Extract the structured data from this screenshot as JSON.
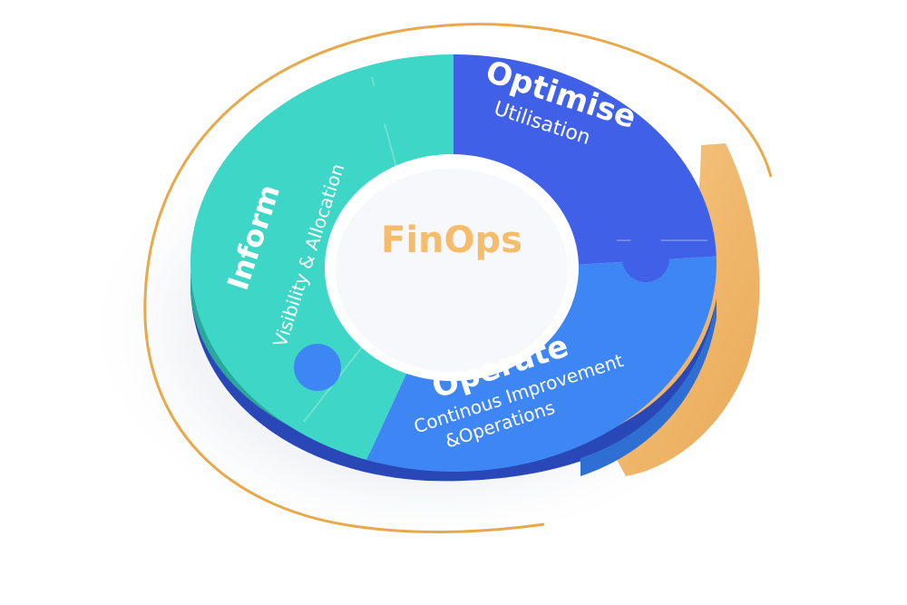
{
  "center": {
    "label": "FinOps",
    "color": "#f5bd6b"
  },
  "segments": [
    {
      "title": "Optimise",
      "subtitle_lines": [
        "Utilisation"
      ],
      "color": "#4160e8"
    },
    {
      "title": "Operate",
      "subtitle_lines": [
        "Continous Improvement",
        "&Operations"
      ],
      "color": "#3f86f5"
    },
    {
      "title": "Inform",
      "subtitle_lines": [
        "Visibility & Allocation"
      ],
      "color": "#3ed6c6"
    }
  ],
  "colors": {
    "orbit": "#e8a94c",
    "back_band": "#f3bf78",
    "shadow": "#e7e9ee"
  }
}
